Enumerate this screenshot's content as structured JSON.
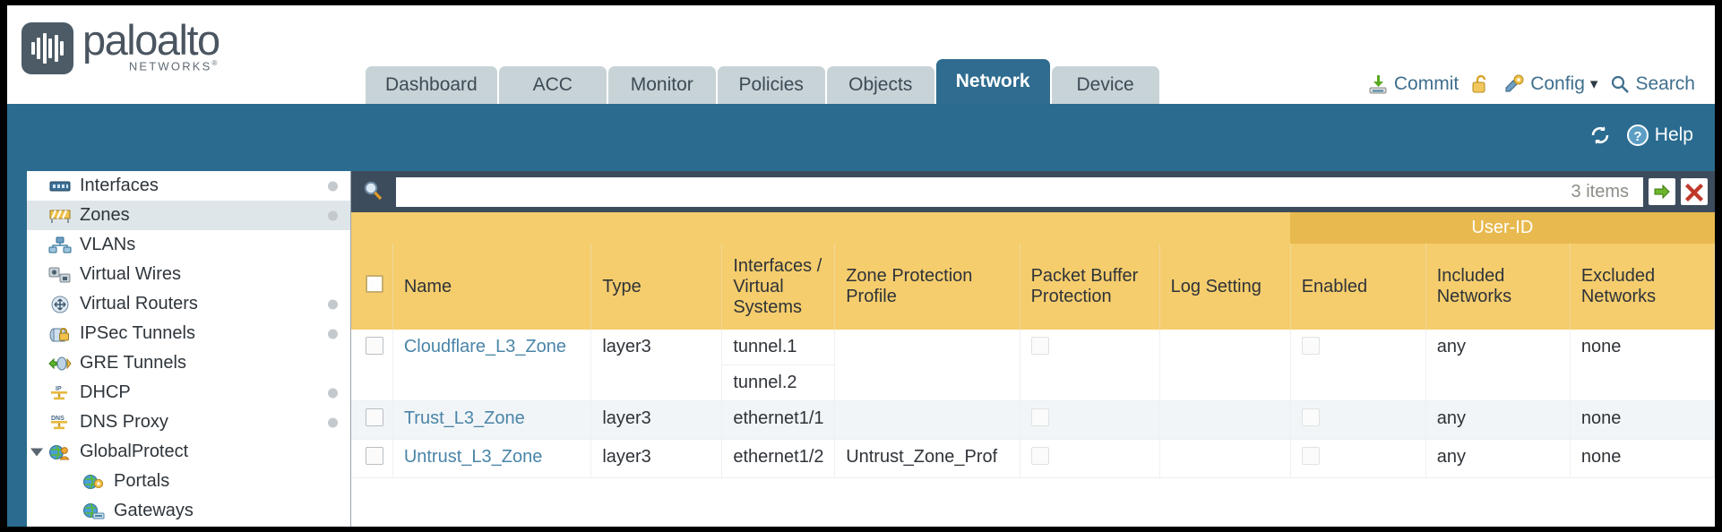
{
  "brand": {
    "name": "paloalto",
    "sub": "NETWORKS",
    "sup": "®"
  },
  "tabs": [
    {
      "label": "Dashboard",
      "active": false
    },
    {
      "label": "ACC",
      "active": false
    },
    {
      "label": "Monitor",
      "active": false
    },
    {
      "label": "Policies",
      "active": false
    },
    {
      "label": "Objects",
      "active": false
    },
    {
      "label": "Network",
      "active": true
    },
    {
      "label": "Device",
      "active": false
    }
  ],
  "top_actions": {
    "commit": "Commit",
    "lock_icon": "unlock-icon",
    "config": "Config",
    "config_caret": "▾",
    "search": "Search"
  },
  "banner": {
    "refresh_icon": "refresh-icon",
    "help": "Help"
  },
  "sidebar": {
    "items": [
      {
        "label": "Interfaces",
        "icon": "interfaces-icon",
        "dot": true,
        "selected": false,
        "child": false,
        "caret": false
      },
      {
        "label": "Zones",
        "icon": "zones-icon",
        "dot": true,
        "selected": true,
        "child": false,
        "caret": false
      },
      {
        "label": "VLANs",
        "icon": "vlans-icon",
        "dot": false,
        "selected": false,
        "child": false,
        "caret": false
      },
      {
        "label": "Virtual Wires",
        "icon": "virtual-wires-icon",
        "dot": false,
        "selected": false,
        "child": false,
        "caret": false
      },
      {
        "label": "Virtual Routers",
        "icon": "virtual-routers-icon",
        "dot": true,
        "selected": false,
        "child": false,
        "caret": false
      },
      {
        "label": "IPSec Tunnels",
        "icon": "ipsec-tunnels-icon",
        "dot": true,
        "selected": false,
        "child": false,
        "caret": false
      },
      {
        "label": "GRE Tunnels",
        "icon": "gre-tunnels-icon",
        "dot": false,
        "selected": false,
        "child": false,
        "caret": false
      },
      {
        "label": "DHCP",
        "icon": "dhcp-icon",
        "dot": true,
        "selected": false,
        "child": false,
        "caret": false
      },
      {
        "label": "DNS Proxy",
        "icon": "dns-proxy-icon",
        "dot": true,
        "selected": false,
        "child": false,
        "caret": false
      },
      {
        "label": "GlobalProtect",
        "icon": "globalprotect-icon",
        "dot": false,
        "selected": false,
        "child": false,
        "caret": true
      },
      {
        "label": "Portals",
        "icon": "portals-icon",
        "dot": false,
        "selected": false,
        "child": true,
        "caret": false
      },
      {
        "label": "Gateways",
        "icon": "gateways-icon",
        "dot": false,
        "selected": false,
        "child": true,
        "caret": false
      }
    ]
  },
  "search": {
    "icon": "search-icon",
    "value": "",
    "placeholder": "",
    "item_count": "3 items",
    "apply_icon": "green-arrow-icon",
    "clear_icon": "red-x-icon"
  },
  "table": {
    "group_header": "User-ID",
    "columns": [
      "Name",
      "Type",
      "Interfaces / Virtual Systems",
      "Zone Protection Profile",
      "Packet Buffer Protection",
      "Log Setting",
      "Enabled",
      "Included Networks",
      "Excluded Networks"
    ],
    "column_lines": {
      "interfaces": [
        "Interfaces /",
        "Virtual",
        "Systems"
      ],
      "zone_protection": [
        "Zone Protection",
        "Profile"
      ],
      "packet_buffer": [
        "Packet Buffer",
        "Protection"
      ],
      "log_setting": [
        "Log Setting"
      ],
      "enabled": [
        "Enabled"
      ],
      "included": [
        "Included",
        "Networks"
      ],
      "excluded": [
        "Excluded",
        "Networks"
      ]
    },
    "rows": [
      {
        "name": "Cloudflare_L3_Zone",
        "type": "layer3",
        "interfaces": [
          "tunnel.1",
          "tunnel.2"
        ],
        "zone_protection_profile": "",
        "packet_buffer_protection": false,
        "log_setting": "",
        "userid_enabled": false,
        "included_networks": "any",
        "excluded_networks": "none"
      },
      {
        "name": "Trust_L3_Zone",
        "type": "layer3",
        "interfaces": [
          "ethernet1/1"
        ],
        "zone_protection_profile": "",
        "packet_buffer_protection": false,
        "log_setting": "",
        "userid_enabled": false,
        "included_networks": "any",
        "excluded_networks": "none"
      },
      {
        "name": "Untrust_L3_Zone",
        "type": "layer3",
        "interfaces": [
          "ethernet1/2"
        ],
        "zone_protection_profile": "Untrust_Zone_Prof",
        "packet_buffer_protection": false,
        "log_setting": "",
        "userid_enabled": false,
        "included_networks": "any",
        "excluded_networks": "none"
      }
    ]
  },
  "colors": {
    "brand_blue": "#2a6b8f",
    "active_tab": "#2f6c8f",
    "tab_inactive": "#c8d3d7",
    "table_header": "#f5cd6d",
    "group_header": "#e8b94e",
    "toolbar_dark": "#3d4c5c",
    "link": "#4a85a8"
  }
}
